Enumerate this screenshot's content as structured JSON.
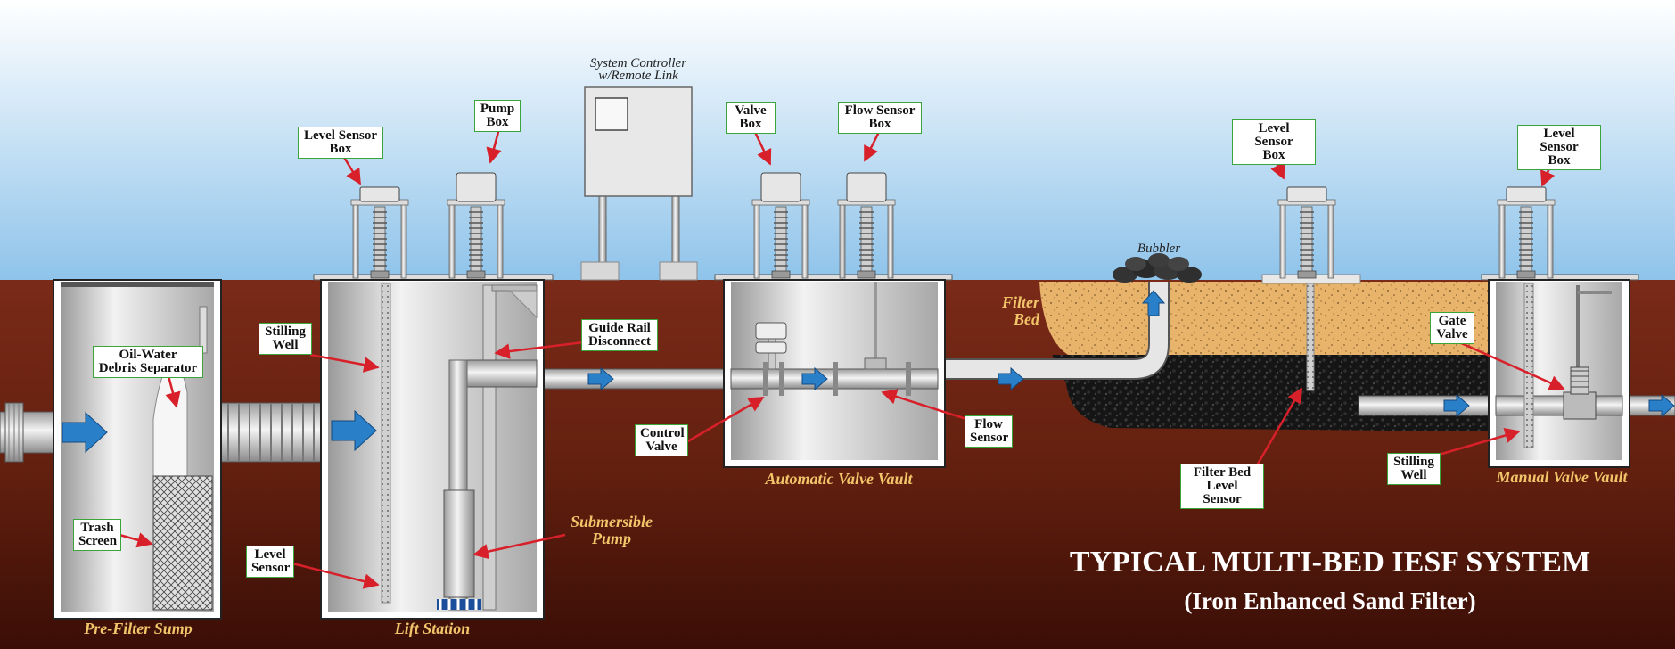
{
  "title": {
    "main": "TYPICAL MULTI-BED IESF SYSTEM",
    "sub": "(Iron Enhanced Sand Filter)"
  },
  "captions": {
    "pre_filter_sump": "Pre-Filter Sump",
    "lift_station": "Lift Station",
    "submersible_pump": "Submersible\nPump",
    "automatic_valve_vault": "Automatic Valve Vault",
    "manual_valve_vault": "Manual Valve Vault",
    "filter_bed": "Filter\nBed"
  },
  "plain_labels": {
    "system_controller": "System Controller\nw/Remote Link",
    "bubbler": "Bubbler"
  },
  "callouts": {
    "level_sensor_box_1": "Level Sensor\nBox",
    "pump_box": "Pump\nBox",
    "valve_box": "Valve\nBox",
    "flow_sensor_box": "Flow Sensor\nBox",
    "level_sensor_box_2": "Level Sensor\nBox",
    "level_sensor_box_3": "Level Sensor\nBox",
    "oil_water_separator": "Oil-Water\nDebris Separator",
    "stilling_well_1": "Stilling\nWell",
    "guide_rail": "Guide Rail\nDisconnect",
    "trash_screen": "Trash\nScreen",
    "level_sensor": "Level\nSensor",
    "control_valve": "Control\nValve",
    "flow_sensor": "Flow\nSensor",
    "gate_valve": "Gate\nValve",
    "filter_bed_level_sensor": "Filter Bed\nLevel Sensor",
    "stilling_well_2": "Stilling\nWell"
  },
  "colors": {
    "sky_top": "#ffffff",
    "sky_bottom": "#8ec3ea",
    "soil": "#6e2314",
    "sand": "#e8b36a",
    "gravel": "#151515",
    "flow_arrow": "#2a7fc9",
    "callout_border": "#3aa53a",
    "leader": "#d8202a",
    "caption": "#f2c56a"
  }
}
